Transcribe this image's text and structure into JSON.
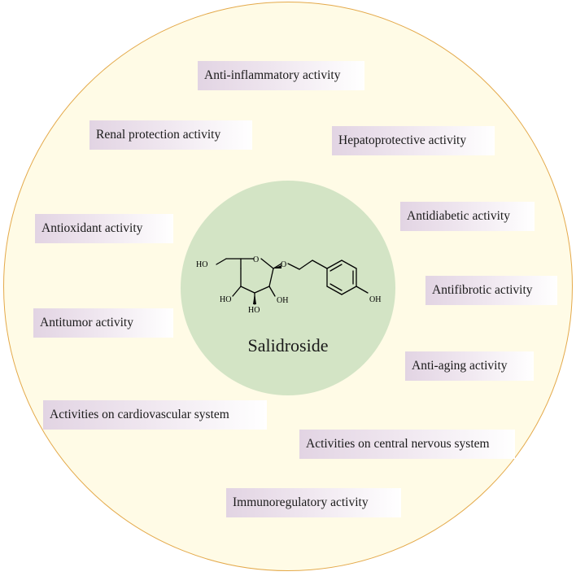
{
  "center": {
    "label": "Salidroside",
    "molecule_labels": [
      "HO",
      "O",
      "O",
      "HO",
      "OH",
      "HO",
      "OH"
    ]
  },
  "activities": [
    "Anti-inflammatory activity",
    "Renal protection activity",
    "Hepatoprotective activity",
    "Antioxidant activity",
    "Antidiabetic activity",
    "Antifibrotic activity",
    "Antitumor activity",
    "Anti-aging activity",
    "Activities on cardiovascular system",
    "Activities on central nervous system",
    "Immunoregulatory activity"
  ],
  "colors": {
    "outer_fill": "#fffbe6",
    "outer_border": "#e4a94a",
    "inner_fill": "#d3e4c5",
    "label_box": "#e2d4e3"
  }
}
